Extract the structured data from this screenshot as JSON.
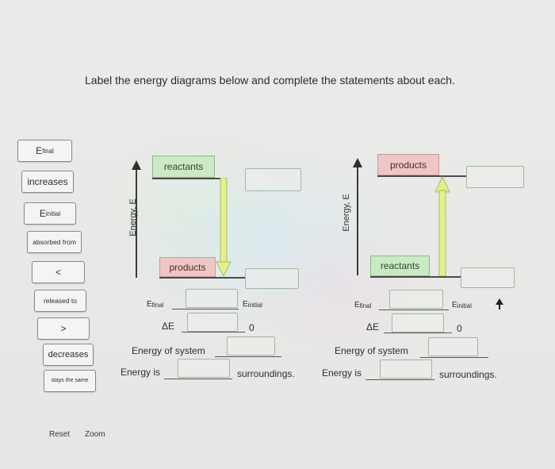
{
  "title": "Label the energy diagrams below and complete the statements about each.",
  "chips": {
    "efinal": {
      "main": "E",
      "sub": "final"
    },
    "increases": "increases",
    "einitial": {
      "main": "E",
      "sub": "initial"
    },
    "absorbed_from": "absorbed from",
    "less_than": "<",
    "released_to": "released to",
    "greater_than": ">",
    "decreases": "decreases",
    "stays_the_same": "stays the same"
  },
  "diagram_left": {
    "y_axis": "Energy, E",
    "top_label": "reactants",
    "bottom_label": "products",
    "arrow_direction": "down",
    "compare_left": {
      "main": "E",
      "sub": "final"
    },
    "compare_right": {
      "main": "E",
      "sub": "initial"
    },
    "delta_label": "ΔE",
    "delta_value": "0",
    "statement1": "Energy of system",
    "statement2_prefix": "Energy is",
    "statement2_suffix": "surroundings."
  },
  "diagram_right": {
    "y_axis": "Energy, E",
    "top_label": "products",
    "bottom_label": "reactants",
    "arrow_direction": "up",
    "compare_left": {
      "main": "E",
      "sub": "final"
    },
    "compare_right": {
      "main": "E",
      "sub": "initial"
    },
    "delta_label": "ΔE",
    "delta_value": "0",
    "statement1": "Energy of system",
    "statement2_prefix": "Energy is",
    "statement2_suffix": "surroundings."
  },
  "footer": {
    "reset": "Reset",
    "zoom": "Zoom"
  },
  "colors": {
    "green_label": "#cbe9c4",
    "red_label": "#efc6c6",
    "arrow_fill": "#e6ef8a",
    "arrow_stroke": "#9bbf6a"
  }
}
